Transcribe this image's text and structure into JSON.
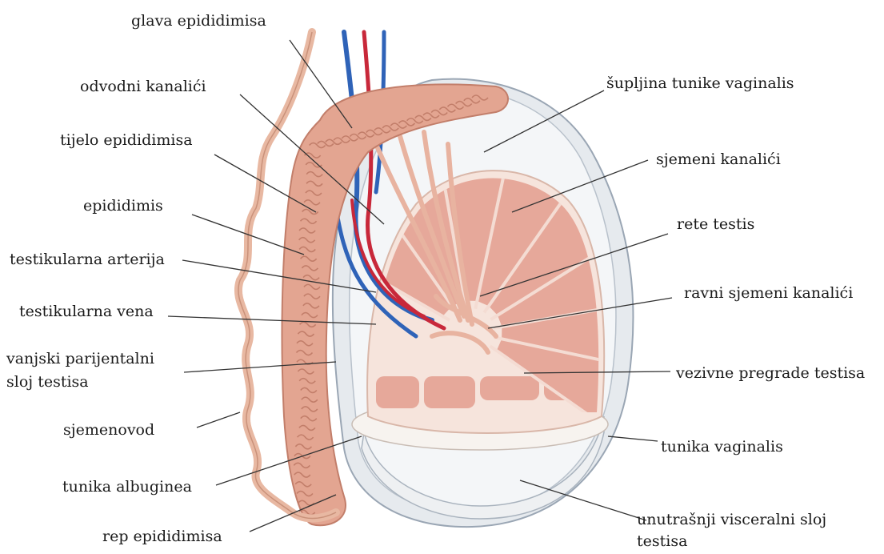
{
  "diagram": {
    "labels": {
      "glava_epididimisa": "glava epididimisa",
      "odvodni_kanalici": "odvodni kanalići",
      "tijelo_epididimisa": "tijelo epididimisa",
      "epididimis": "epididimis",
      "testikularna_arterija": "testikularna arterija",
      "testikularna_vena": "testikularna vena",
      "vanjski_parijentalni_sloj_1": "vanjski parijentalni",
      "vanjski_parijentalni_sloj_2": "sloj testisa",
      "sjemenovod": "sjemenovod",
      "tunika_albuginea": "tunika albuginea",
      "rep_epididimisa": "rep epididimisa",
      "supljina_tunike_vaginalis": "šupljina tunike vaginalis",
      "sjemeni_kanalici": "sjemeni kanalići",
      "rete_testis": "rete testis",
      "ravni_sjemeni_kanalici": "ravni sjemeni kanalići",
      "vezivne_pregrade_testisa": "vezivne pregrade testisa",
      "tunika_vaginalis": "tunika vaginalis",
      "unutrasnji_visceralni_sloj_1": "unutrašnji visceralni sloj",
      "unutrasnji_visceralni_sloj_2": "testisa"
    },
    "colors": {
      "tissue": "#e3a591",
      "tissue_dark": "#c27e6a",
      "lobule": "#e6a89a",
      "septa": "#f4dcd3",
      "tunica": "#dfe4ea",
      "tunica_edge": "#9aa6b4",
      "artery": "#c8283a",
      "vein": "#2f63b8",
      "leader": "#333333"
    }
  }
}
